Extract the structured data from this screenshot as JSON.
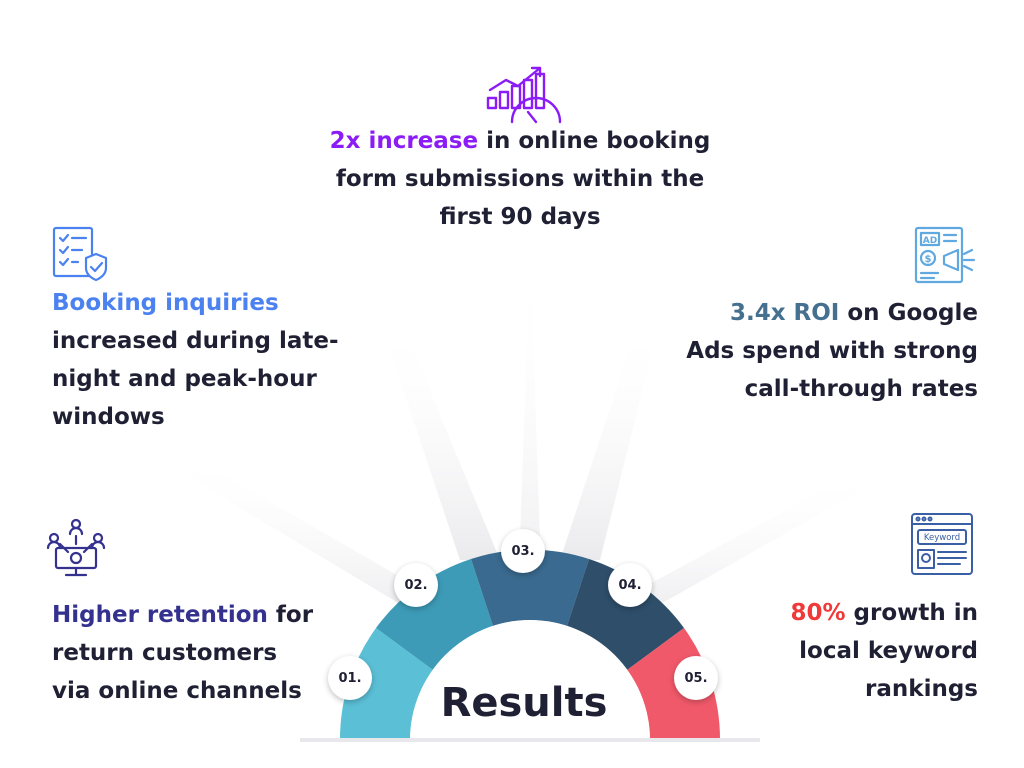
{
  "top": {
    "highlight": "2x increase",
    "rest": " in online booking",
    "line2": "form submissions within the",
    "line3": "first 90 days",
    "color": "#8b1cf5"
  },
  "left_mid": {
    "highlight": "Booking inquiries",
    "line2": "increased during late-",
    "line3": "night and peak-hour",
    "line4": "windows",
    "color": "#4b82ef"
  },
  "left_bottom": {
    "highlight": "Higher retention",
    "rest": " for",
    "line2": "return customers",
    "line3": "via online channels",
    "color": "#34318f"
  },
  "right_mid": {
    "highlight": "3.4x ROI",
    "rest": " on Google",
    "line2": "Ads spend with strong",
    "line3": "call-through rates",
    "color": "#46708f"
  },
  "right_bottom": {
    "highlight": "80%",
    "rest": " growth in",
    "line2": "local keyword",
    "line3": "rankings",
    "color": "#f03a3a"
  },
  "center": {
    "title": "Results"
  },
  "segments": [
    {
      "label": "01.",
      "color": "#5bbfd6"
    },
    {
      "label": "02.",
      "color": "#3d9bb8"
    },
    {
      "label": "03.",
      "color": "#3a6a8f"
    },
    {
      "label": "04.",
      "color": "#2e4e6a"
    },
    {
      "label": "05.",
      "color": "#f0596a"
    }
  ],
  "icons": {
    "keyword_label": "Keyword",
    "ad_label": "AD",
    "dollar": "$"
  }
}
